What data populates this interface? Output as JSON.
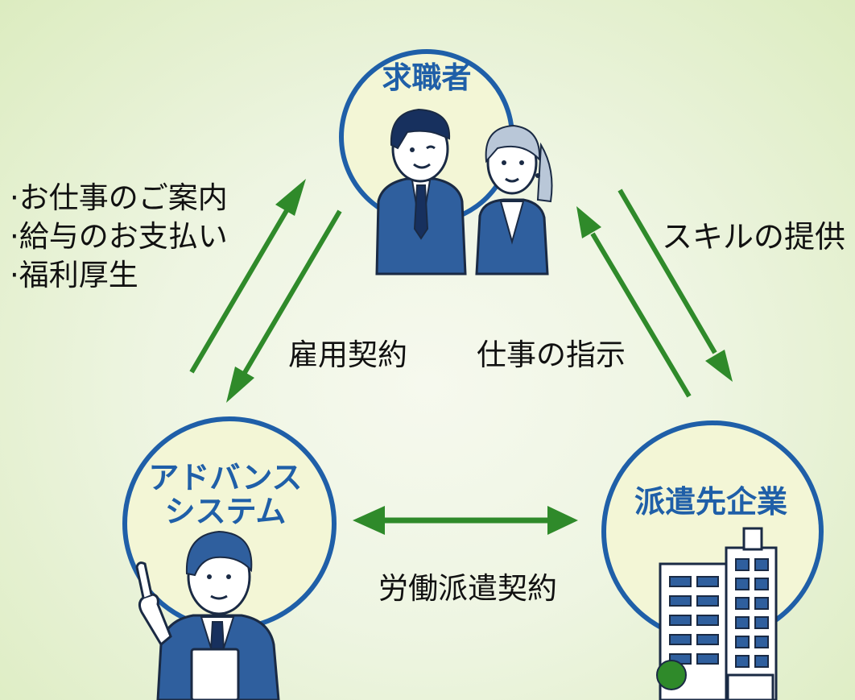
{
  "nodes": {
    "seeker": {
      "label": "求職者"
    },
    "advance": {
      "label_line1": "アドバンス",
      "label_line2": "システム"
    },
    "client": {
      "label": "派遣先企業"
    }
  },
  "labels": {
    "benefits": [
      "·お仕事のご案内",
      "·給与のお支払い",
      "·福利厚生"
    ],
    "skill": "スキルの提供",
    "employment_contract": "雇用契約",
    "work_instruction": "仕事の指示",
    "dispatch_contract": "労働派遣契約"
  },
  "colors": {
    "circle_stroke": "#1f5fa8",
    "circle_fill": "#f3f6d6",
    "arrow": "#2f8a2a",
    "title": "#1f5fa8",
    "suit": "#2f5f9e"
  }
}
